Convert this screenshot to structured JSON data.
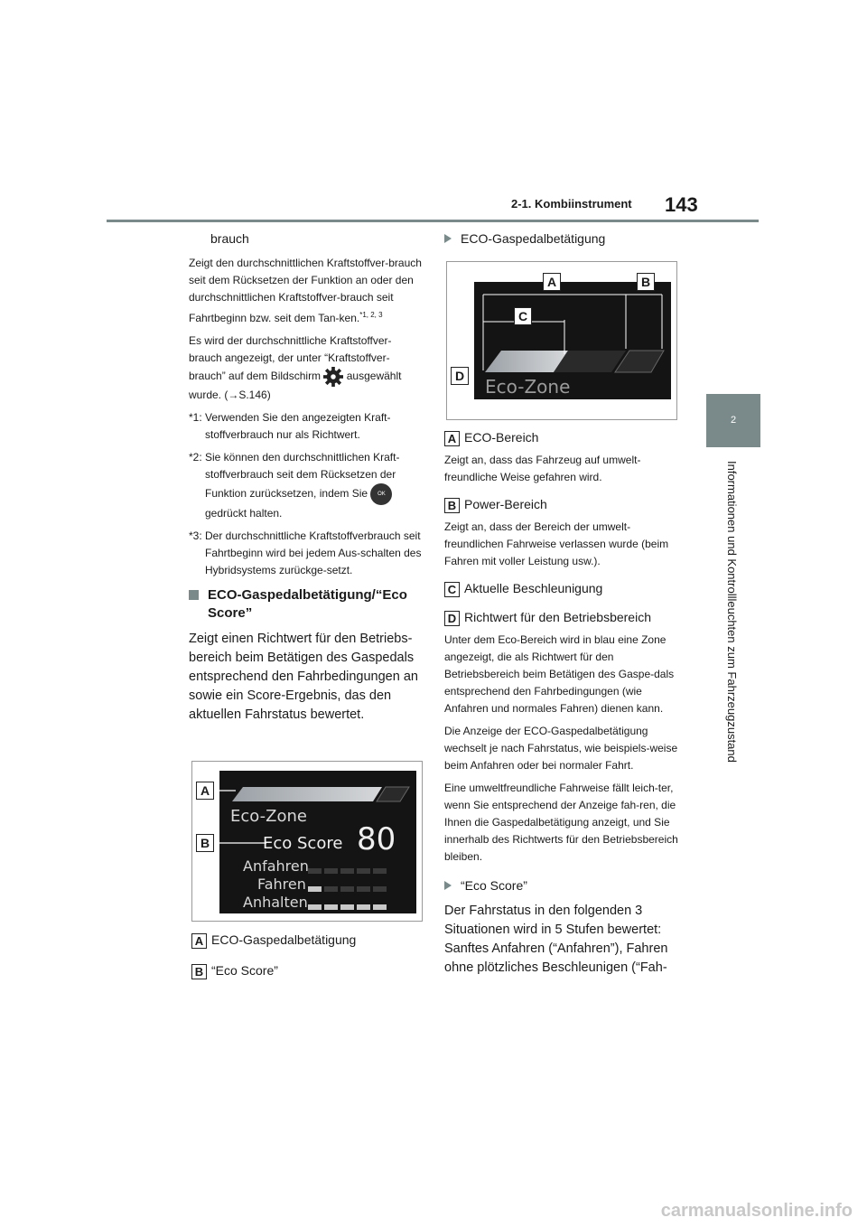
{
  "header": {
    "section": "2-1. Kombiinstrument",
    "page_number": "143",
    "side_tab_number": "2",
    "side_text": "Informationen und Kontrollleuchten zum Fahrzeugzustand"
  },
  "left": {
    "cont_title": "brauch",
    "p1": "Zeigt den durchschnittlichen Kraftstoffver-brauch seit dem Rücksetzen der Funktion an oder den durchschnittlichen Kraftstoffver-brauch seit Fahrtbeginn bzw. seit dem Tan-ken.",
    "p1_sup": "*1, 2, 3",
    "p2a": "Es wird der durchschnittliche Kraftstoffver-brauch angezeigt, der unter “Kraftstoffver-brauch” auf dem Bildschirm",
    "p2b": "ausgewählt wurde. (→S.146)",
    "notes": [
      {
        "label": "*1:",
        "text_a": "Verwenden Sie den angezeigten Kraft-stoffverbrauch nur als Richtwert.",
        "text_b": ""
      },
      {
        "label": "*2:",
        "text_a": "Sie können den durchschnittlichen Kraft-stoffverbrauch seit dem Rücksetzen der Funktion zurücksetzen, indem Sie",
        "text_b": "gedrückt halten."
      },
      {
        "label": "*3:",
        "text_a": "Der durchschnittliche Kraftstoffverbrauch seit Fahrtbeginn wird bei jedem Aus-schalten des Hybridsystems zurückge-setzt.",
        "text_b": ""
      }
    ],
    "ok_label": "OK",
    "section_title": "ECO-Gaspedalbetätigung/“Eco Score”",
    "section_body": "Zeigt einen Richtwert für den Betriebs-bereich beim Betätigen des Gaspedals entsprechend den Fahrbedingungen an sowie ein Score-Ergebnis, das den aktuellen Fahrstatus bewertet.",
    "fig": {
      "eco_zone": "Eco-Zone",
      "eco_score": "Eco Score",
      "score": "80",
      "rows": [
        "Anfahren",
        "Fahren",
        "Anhalten"
      ],
      "row_levels": [
        0,
        1,
        5
      ]
    },
    "callouts": [
      "A",
      "B"
    ],
    "legend": [
      {
        "key": "A",
        "text": "ECO-Gaspedalbetätigung"
      },
      {
        "key": "B",
        "text": "“Eco Score”"
      }
    ]
  },
  "right": {
    "tri1": "ECO-Gaspedalbetätigung",
    "fig": {
      "eco_zone": "Eco-Zone",
      "callouts": [
        "A",
        "B",
        "C",
        "D"
      ]
    },
    "items": [
      {
        "key": "A",
        "title": "ECO-Bereich",
        "body": "Zeigt an, dass das Fahrzeug auf umwelt-freundliche Weise gefahren wird."
      },
      {
        "key": "B",
        "title": "Power-Bereich",
        "body": "Zeigt an, dass der Bereich der umwelt-freundlichen Fahrweise verlassen wurde (beim Fahren mit voller Leistung usw.)."
      },
      {
        "key": "C",
        "title": "Aktuelle Beschleunigung",
        "body": ""
      },
      {
        "key": "D",
        "title": "Richtwert für den Betriebsbereich",
        "body": ""
      }
    ],
    "d_paras": [
      "Unter dem Eco-Bereich wird in blau eine Zone angezeigt, die als Richtwert für den Betriebsbereich beim Betätigen des Gaspe-dals entsprechend den Fahrbedingungen (wie Anfahren und normales Fahren) dienen kann.",
      "Die Anzeige der ECO-Gaspedalbetätigung wechselt je nach Fahrstatus, wie beispiels-weise beim Anfahren oder bei normaler Fahrt.",
      "Eine umweltfreundliche Fahrweise fällt leich-ter, wenn Sie entsprechend der Anzeige fah-ren, die Ihnen die Gaspedalbetätigung anzeigt, und Sie innerhalb des Richtwerts für den Betriebsbereich bleiben."
    ],
    "tri2": "“Eco Score”",
    "tri2_body": "Der Fahrstatus in den folgenden 3 Situationen wird in 5 Stufen bewertet: Sanftes Anfahren (“Anfahren”), Fahren ohne plötzliches Beschleunigen (“Fah-"
  },
  "watermark": "carmanualsonline.info"
}
